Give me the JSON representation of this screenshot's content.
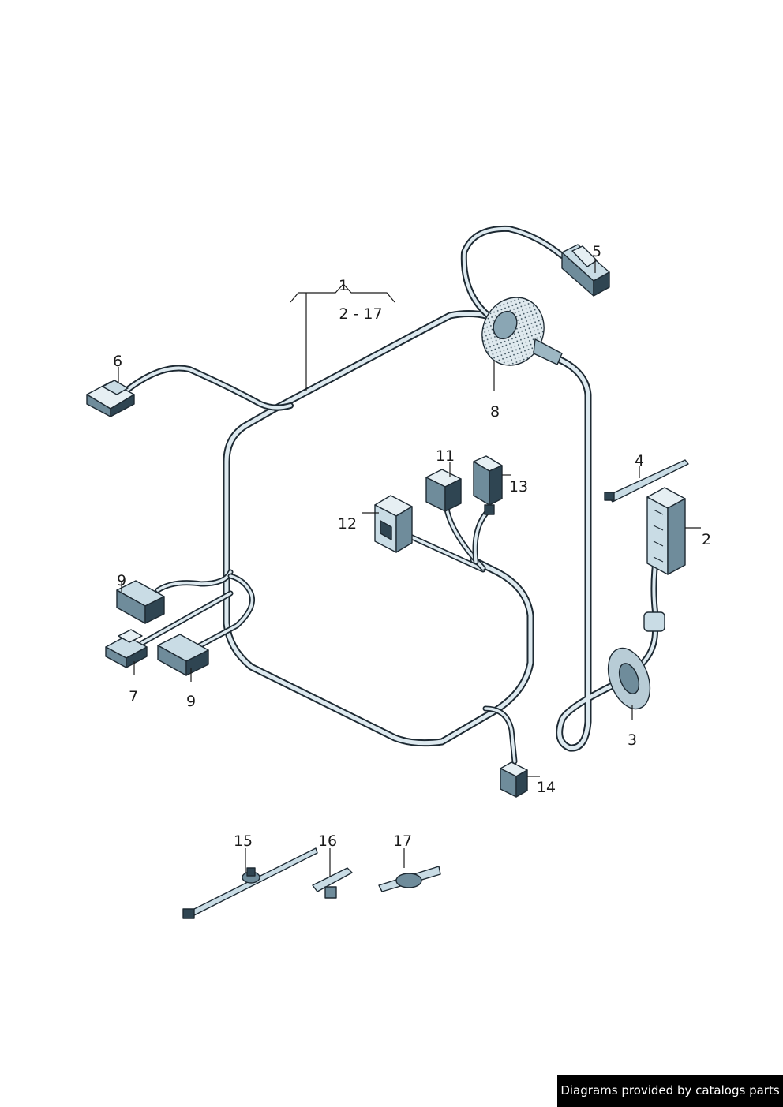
{
  "labels": {
    "l1": "1",
    "range": "2 - 17",
    "l2": "2",
    "l3": "3",
    "l4": "4",
    "l5": "5",
    "l6": "6",
    "l7": "7",
    "l8": "8",
    "l9a": "9",
    "l9b": "9",
    "l11": "11",
    "l12": "12",
    "l13": "13",
    "l14": "14",
    "l15": "15",
    "l16": "16",
    "l17": "17"
  },
  "footer": "Diagrams provided by catalogs parts",
  "colors": {
    "outline": "#1e2a33",
    "cable": "#dde9ef",
    "part_dark": "#2f4552",
    "part_mid": "#6f8c9b",
    "part_light": "#c9dce5"
  }
}
